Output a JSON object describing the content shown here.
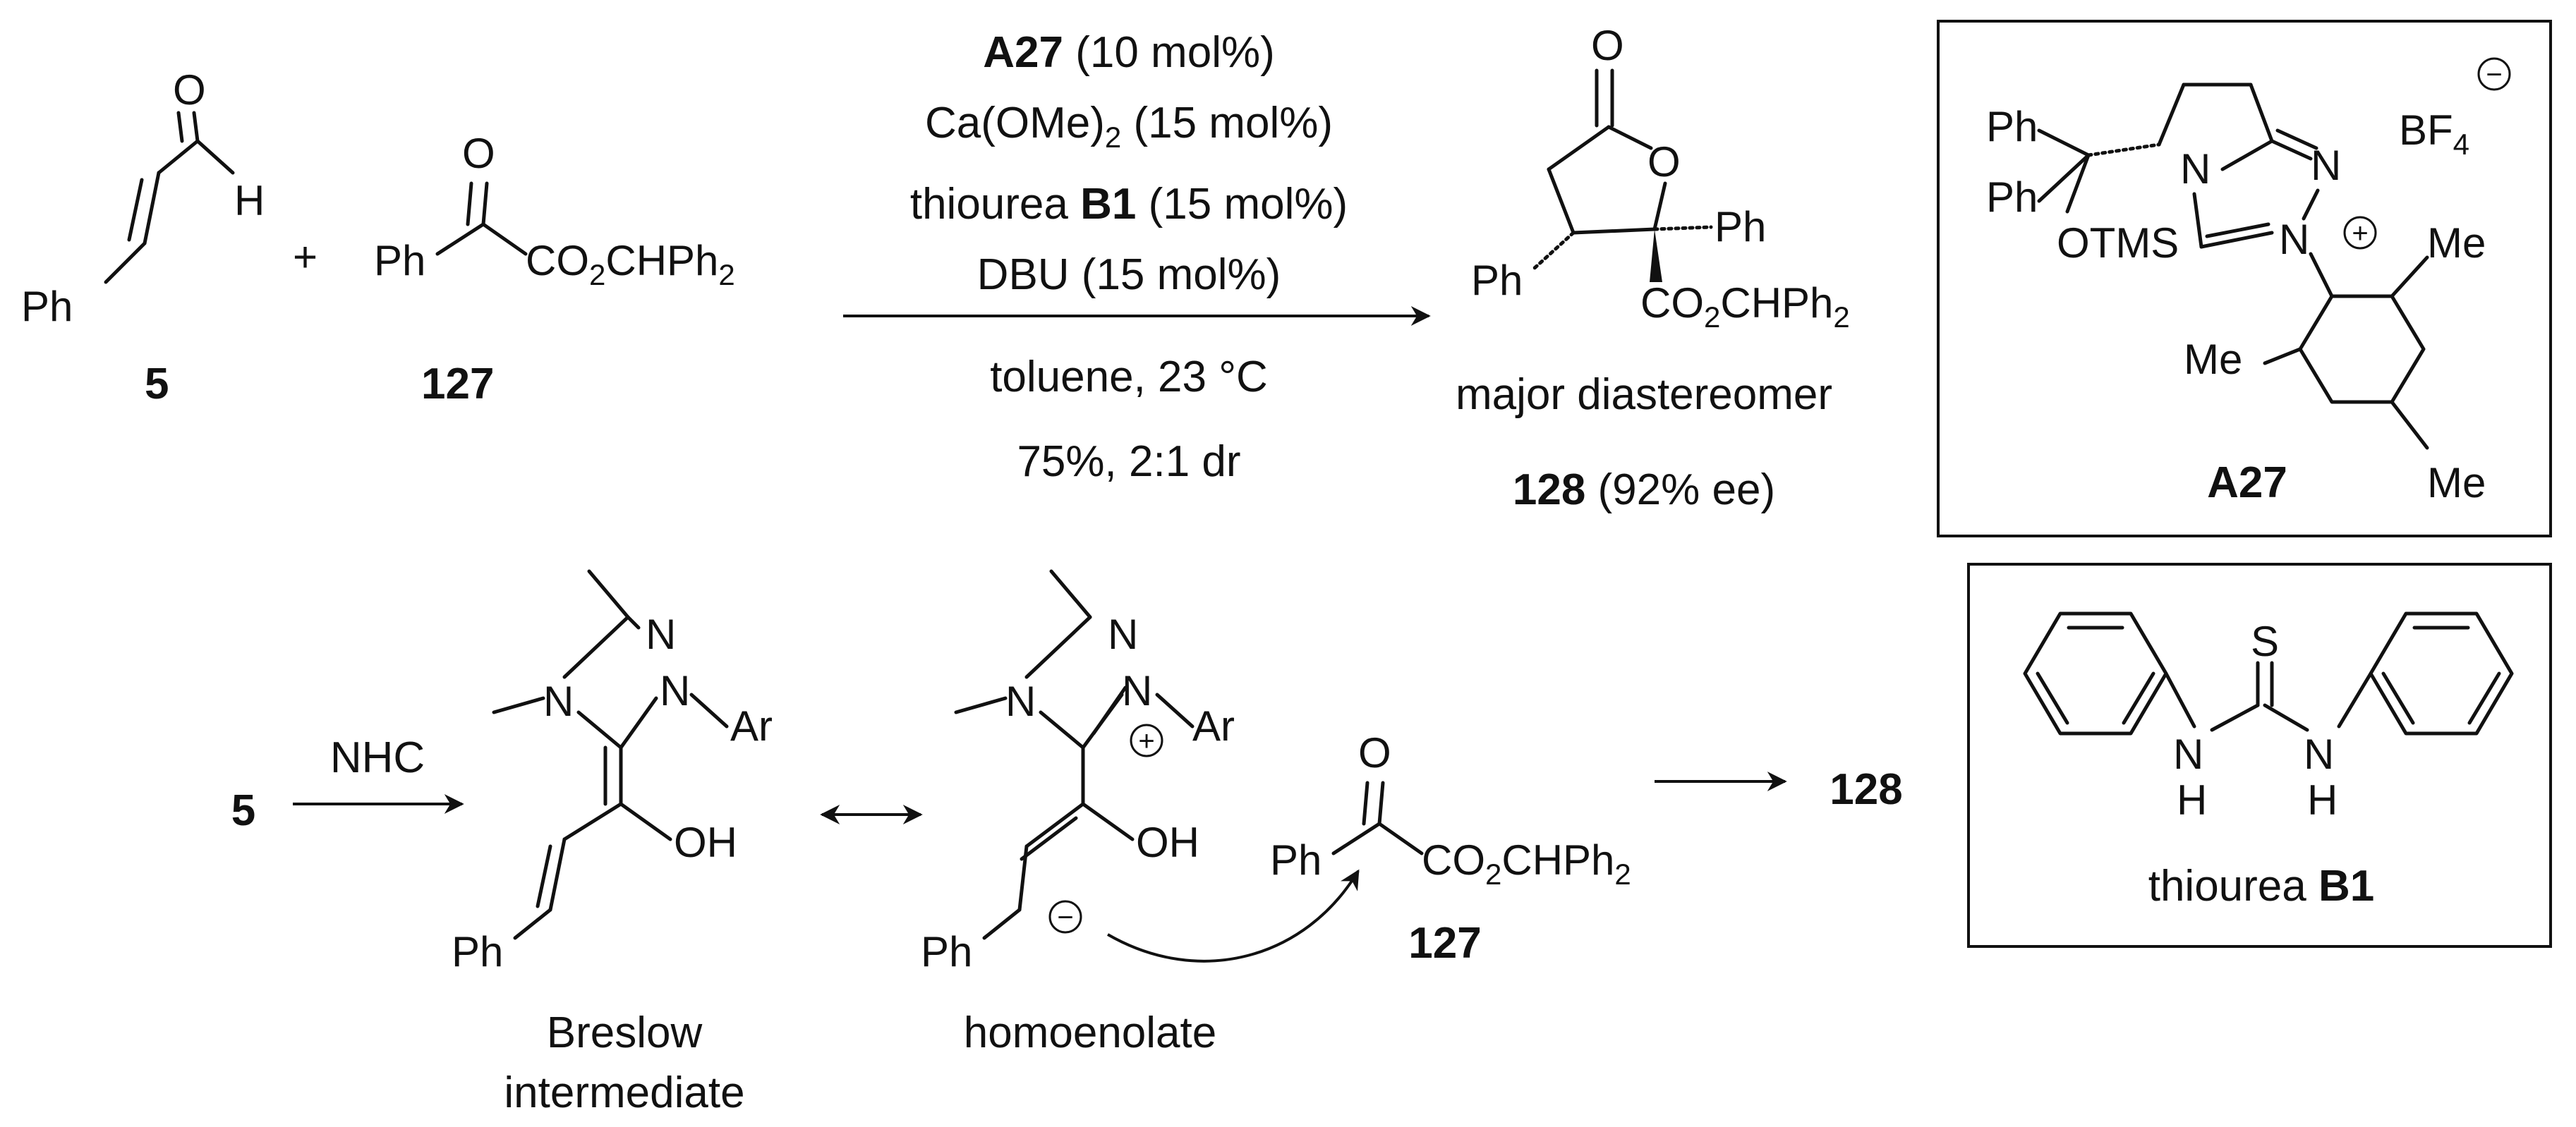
{
  "conditions": {
    "line1_cat": "A27",
    "line1_rest": " (10 mol%)",
    "line2_a": "Ca(OMe)",
    "line2_sub": "2",
    "line2_b": " (15 mol%)",
    "line3_a": "thiourea ",
    "line3_bold": "B1",
    "line3_b": " (15 mol%)",
    "line4": "DBU (15 mol%)",
    "line5": "toluene, 23 °C",
    "line6": "75%, 2:1 dr"
  },
  "compounds": {
    "c5": "5",
    "c127": "127",
    "c128": "128",
    "plus": "+"
  },
  "labels": {
    "Ph": "Ph",
    "H": "H",
    "O": "O",
    "OH": "OH",
    "N": "N",
    "Ar": "Ar",
    "S": "S",
    "Me": "Me",
    "OTMS": "OTMS",
    "BF": "BF",
    "four": "4",
    "ester_a": "CO",
    "ester_sub": "2",
    "ester_b": "CHPh",
    "ester_sub2": "2",
    "minus": "−",
    "plus_charge": "+"
  },
  "product": {
    "caption": "major diastereomer",
    "ee": " (92% ee)"
  },
  "boxes": {
    "a27_label": "A27",
    "b1_label_a": "thiourea ",
    "b1_label_b": "B1"
  },
  "mechanism": {
    "reagent": "NHC",
    "breslow_1": "Breslow",
    "breslow_2": "intermediate",
    "homoenolate": "homoenolate"
  }
}
